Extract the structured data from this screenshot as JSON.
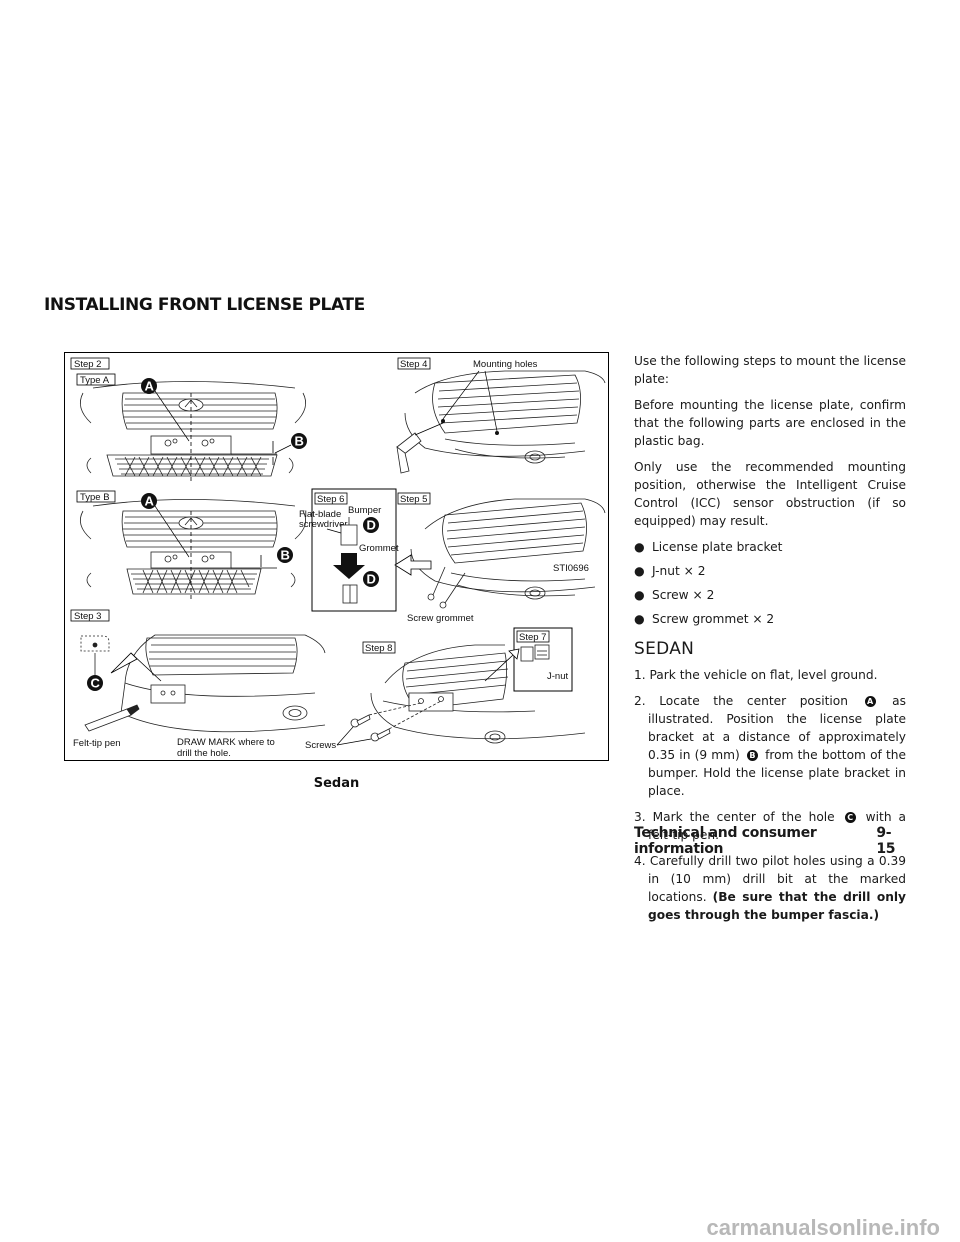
{
  "section_title": "INSTALLING FRONT LICENSE PLATE",
  "figure": {
    "caption": "Sedan",
    "figure_id": "STI0696",
    "labels": {
      "step2": "Step 2",
      "type_a": "Type A",
      "type_b": "Type B",
      "step3": "Step 3",
      "step4": "Step 4",
      "step5": "Step 5",
      "step6": "Step 6",
      "step7": "Step 7",
      "step8": "Step 8",
      "mounting_holes": "Mounting holes",
      "flat_blade_1": "Flat-blade",
      "flat_blade_2": "screwdriver",
      "bumper": "Bumper",
      "grommet": "Grommet",
      "screw_grommet": "Screw grommet",
      "felt_tip_pen": "Felt-tip pen",
      "draw_mark_1": "DRAW MARK where to",
      "draw_mark_2": "drill the hole.",
      "screws": "Screws",
      "j_nut": "J-nut"
    },
    "callouts": {
      "a": "A",
      "b": "B",
      "c": "C",
      "d": "D"
    }
  },
  "body": {
    "intro1": "Use the following steps to mount the license plate:",
    "intro2": "Before mounting the license plate, confirm that the following parts are enclosed in the plastic bag.",
    "intro3": "Only use the recommended mounting position, otherwise the Intelligent Cruise Control (ICC) sensor obstruction (if so equipped) may result.",
    "bullet_glyph": "●",
    "parts": [
      "License plate bracket",
      "J-nut × 2",
      "Screw × 2",
      "Screw grommet × 2"
    ],
    "subheading": "SEDAN",
    "step1": "1. Park the vehicle on flat, level ground.",
    "step2_a": "2. Locate the center position ",
    "step2_ref_a": "A",
    "step2_b": " as illustrated. Position the license plate bracket at a distance of approximately 0.35 in (9 mm) ",
    "step2_ref_b": "B",
    "step2_c": " from the bottom of the bumper. Hold the license plate bracket in place.",
    "step3_a": "3. Mark the center of the hole ",
    "step3_ref_c": "C",
    "step3_b": " with a felt-tip pen.",
    "step4_a": "4. Carefully drill two pilot holes using a 0.39 in (10 mm) drill bit at the marked locations. ",
    "step4_bold": "(Be sure that the drill only goes through the bumper fascia.)"
  },
  "footer": {
    "chapter": "Technical and consumer information",
    "page": "9-15"
  },
  "watermark": "carmanualsonline.info"
}
